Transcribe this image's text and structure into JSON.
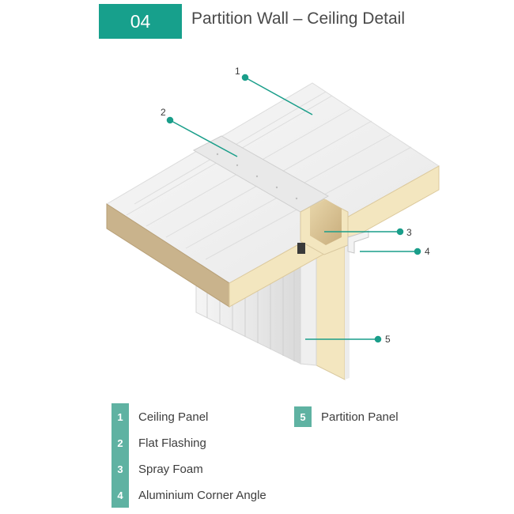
{
  "header": {
    "number": "04",
    "title": "Partition Wall – Ceiling Detail"
  },
  "callouts": [
    {
      "num": "1"
    },
    {
      "num": "2"
    },
    {
      "num": "3"
    },
    {
      "num": "4"
    },
    {
      "num": "5"
    }
  ],
  "legend": [
    {
      "num": "1",
      "label": "Ceiling Panel"
    },
    {
      "num": "2",
      "label": "Flat Flashing"
    },
    {
      "num": "3",
      "label": "Spray Foam"
    },
    {
      "num": "4",
      "label": "Aluminium Corner Angle"
    },
    {
      "num": "5",
      "label": "Partition Panel"
    }
  ],
  "colors": {
    "accent": "#17a08c",
    "legend_bg": "#5fb2a2",
    "panel_face": "#f4f4f2",
    "insulation": "#f3e6bf",
    "panel_edge": "#c9b38c"
  }
}
